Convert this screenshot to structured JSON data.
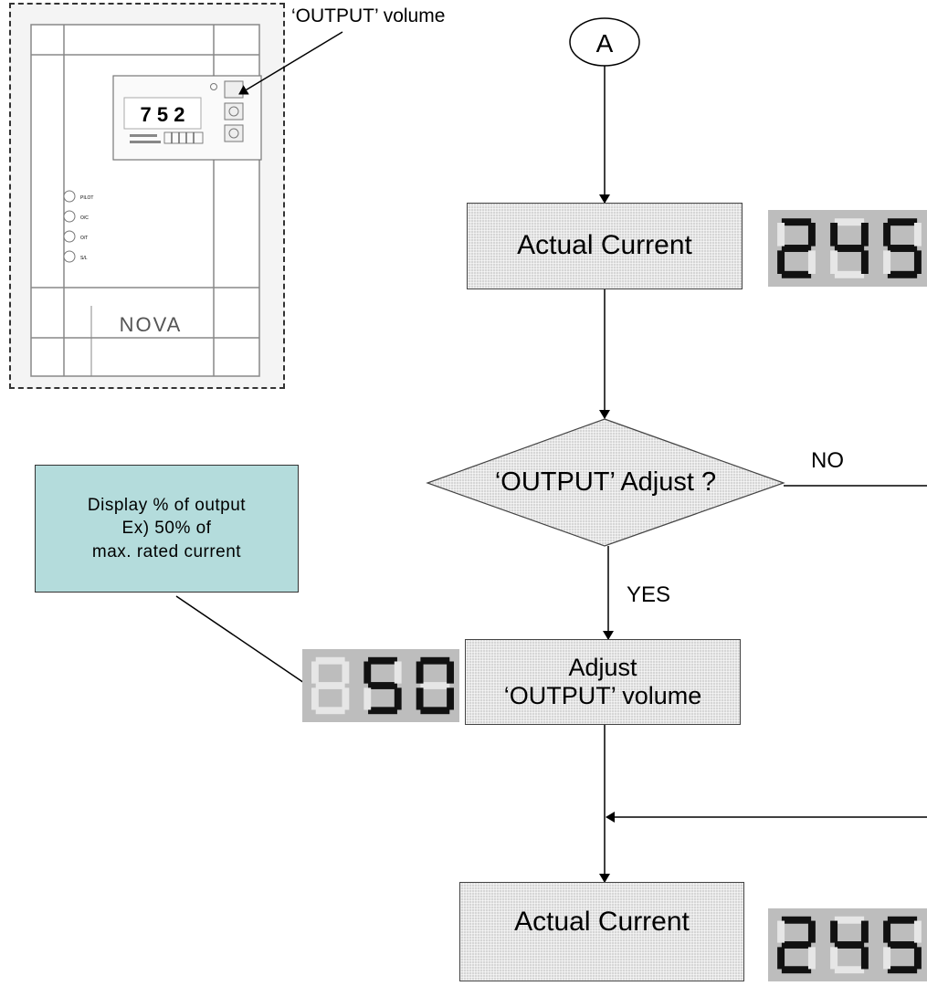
{
  "connector": {
    "label": "A"
  },
  "device": {
    "callout": "‘OUTPUT’ volume",
    "display": "7 5 2",
    "brand": "NOVA",
    "indicators": [
      "PILOT",
      "O/C",
      "O/T",
      "S/L"
    ]
  },
  "flow": {
    "actual_current_top": "Actual Current",
    "decision": "‘OUTPUT’ Adjust ?",
    "no_label": "NO",
    "yes_label": "YES",
    "adjust_line1": "Adjust",
    "adjust_line2": "‘OUTPUT’ volume",
    "actual_current_bottom": "Actual Current"
  },
  "note": {
    "line1": "Display % of output",
    "line2": "Ex) 50% of",
    "line3": "max. rated current"
  },
  "displays": {
    "top": "245",
    "middle": "50",
    "bottom": "245"
  }
}
